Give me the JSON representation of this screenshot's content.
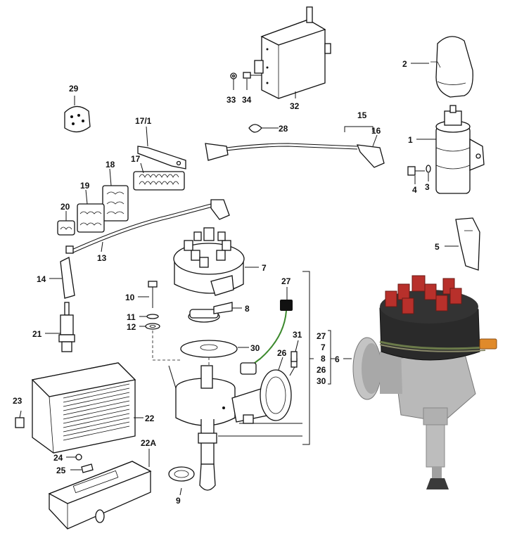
{
  "diagram": {
    "labels": {
      "l1": "1",
      "l2": "2",
      "l3": "3",
      "l4": "4",
      "l5": "5",
      "l6": "6",
      "l7": "7",
      "l8": "8",
      "l9": "9",
      "l10": "10",
      "l11": "11",
      "l12": "12",
      "l13": "13",
      "l14": "14",
      "l15": "15",
      "l16": "16",
      "l17": "17",
      "l17_1": "17/1",
      "l18": "18",
      "l19": "19",
      "l20": "20",
      "l21": "21",
      "l22": "22",
      "l22a": "22A",
      "l23": "23",
      "l24": "24",
      "l25": "25",
      "l26": "26",
      "l27": "27",
      "l28": "28",
      "l29": "29",
      "l30": "30",
      "l31": "31",
      "l32": "32",
      "l33": "33",
      "l34": "34"
    },
    "group6": [
      "27",
      "7",
      "8",
      "26",
      "30"
    ],
    "colors": {
      "cap_red": "#b8302b",
      "cap_black": "#2a2a2a",
      "body_silver": "#b9b9b9",
      "wire_green": "#3d8a2e",
      "connector_orange": "#e08a2a"
    }
  }
}
